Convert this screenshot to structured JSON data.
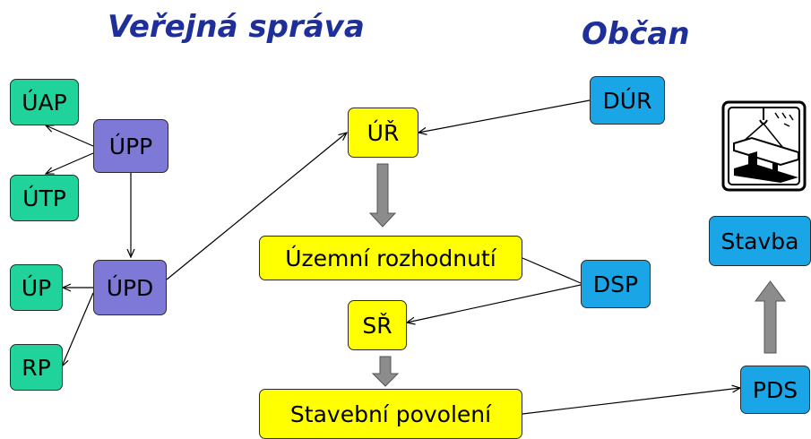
{
  "headings": {
    "left": "Veřejná správa",
    "right": "Občan"
  },
  "boxes": {
    "uap": "ÚAP",
    "upp": "ÚPP",
    "utp": "ÚTP",
    "up": "ÚP",
    "upd": "ÚPD",
    "rp": "RP",
    "ur": "ÚŘ",
    "uzemni_rozhodnuti": "Územní rozhodnutí",
    "sr": "SŘ",
    "stavebni_povoleni": "Stavební povolení",
    "dur": "DÚR",
    "dsp": "DSP",
    "pds": "PDS",
    "stavba": "Stavba"
  },
  "icons": {
    "construction": "construction-beam-icon"
  },
  "colors": {
    "heading": "#1f2f9a",
    "teal": "#1fd39a",
    "purple": "#7e79d6",
    "yellow": "#ffff00",
    "blue": "#1aa6e6",
    "gray_arrow": "#8c8c8c"
  }
}
